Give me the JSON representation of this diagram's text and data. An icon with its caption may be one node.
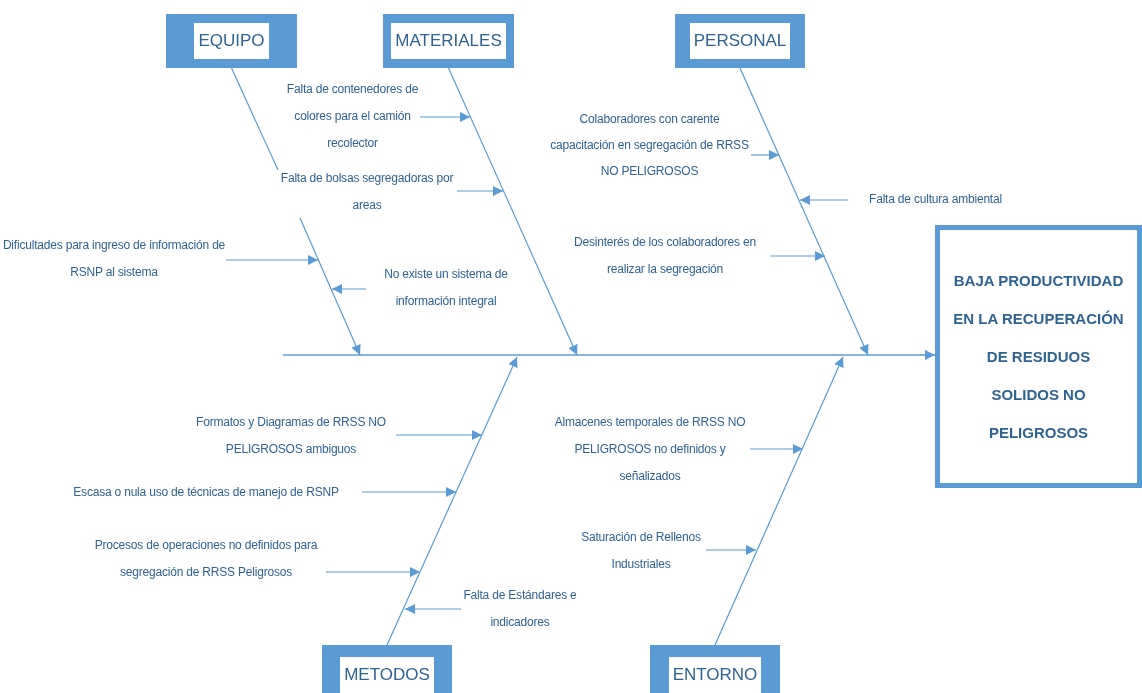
{
  "diagram": {
    "nodes": [
      {
        "text": [
          "EQUIPO"
        ]
      },
      {
        "text": [
          "MATERIALES"
        ]
      },
      {
        "text": [
          "PERSONAL"
        ]
      },
      {
        "text": [
          "Falta de contenedores de colores para el camión recolector"
        ]
      },
      {
        "text": [
          "Colaboradores con carente capacitación en segregación de RRSS NO PELIGROSOS"
        ]
      },
      {
        "text": [
          "Falta de bolsas segregadoras por areas"
        ]
      },
      {
        "text": [
          "Falta de cultura ambiental"
        ]
      },
      {
        "text": [
          "Dificultades para ingreso de información de RSNP al sistema"
        ]
      },
      {
        "text": [
          "Desinterés de los colaboradores en realizar la segregación"
        ]
      },
      {
        "text": [
          "BAJA PRODUCTIVIDAD EN LA RECUPERACIÓN DE RESIDUOS SOLIDOS NO PELIGROSOS"
        ]
      },
      {
        "text": [
          "No existe un sistema de información integral"
        ]
      },
      {
        "text": [
          "Formatos y Diagramas de RRSS NO PELIGROSOS ambiguos"
        ]
      },
      {
        "text": [
          "Almacenes temporales de RRSS NO PELIGROSOS no definidos y señalizados"
        ]
      },
      {
        "text": [
          "Escasa o nula uso de técnicas de manejo de RSNP"
        ]
      },
      {
        "text": [
          "Saturación de Rellenos Industriales"
        ]
      },
      {
        "text": [
          "Procesos de operaciones no definidos para segregación de RRSS Peligrosos"
        ]
      },
      {
        "text": [
          "Falta de Estándares e indicadores"
        ]
      },
      {
        "text": [
          "METODOS"
        ]
      },
      {
        "text": [
          "ENTORNO"
        ]
      }
    ],
    "edges": [
      {
        "from": null,
        "to": 9,
        "arrow": "to"
      },
      {
        "from": 0,
        "to": null,
        "arrow": "to"
      },
      {
        "from": 1,
        "to": null,
        "arrow": "to"
      },
      {
        "from": 2,
        "to": null,
        "arrow": "to"
      },
      {
        "from": 17,
        "to": null,
        "arrow": "to"
      },
      {
        "from": 18,
        "to": null,
        "arrow": "to"
      },
      {
        "from": 3,
        "to": null,
        "arrow": "to"
      },
      {
        "from": 5,
        "to": null,
        "arrow": "to"
      },
      {
        "from": 7,
        "to": null,
        "arrow": "to"
      },
      {
        "from": 10,
        "to": null,
        "arrow": "to"
      },
      {
        "from": 4,
        "to": null,
        "arrow": "to"
      },
      {
        "from": 6,
        "to": null,
        "arrow": "to"
      },
      {
        "from": 8,
        "to": null,
        "arrow": "to"
      },
      {
        "from": 11,
        "to": null,
        "arrow": "to"
      },
      {
        "from": 13,
        "to": null,
        "arrow": "to"
      },
      {
        "from": 15,
        "to": null,
        "arrow": "to"
      },
      {
        "from": 16,
        "to": null,
        "arrow": "to"
      },
      {
        "from": 12,
        "to": null,
        "arrow": "to"
      },
      {
        "from": 14,
        "to": null,
        "arrow": "to"
      }
    ]
  }
}
